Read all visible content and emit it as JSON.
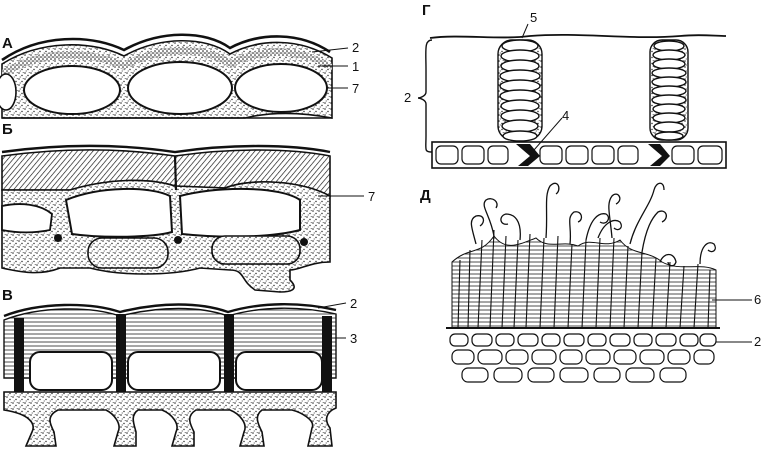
{
  "panels": {
    "a": "А",
    "b": "Б",
    "v": "В",
    "g": "Г",
    "d": "Д"
  },
  "callouts": {
    "a_2": "2",
    "a_1": "1",
    "a_7": "7",
    "b_7": "7",
    "v_2": "2",
    "v_3": "3",
    "g_5": "5",
    "g_2": "2",
    "g_4": "4",
    "d_6": "6",
    "d_2": "2"
  },
  "colors": {
    "ink": "#111111",
    "paper": "#ffffff"
  }
}
